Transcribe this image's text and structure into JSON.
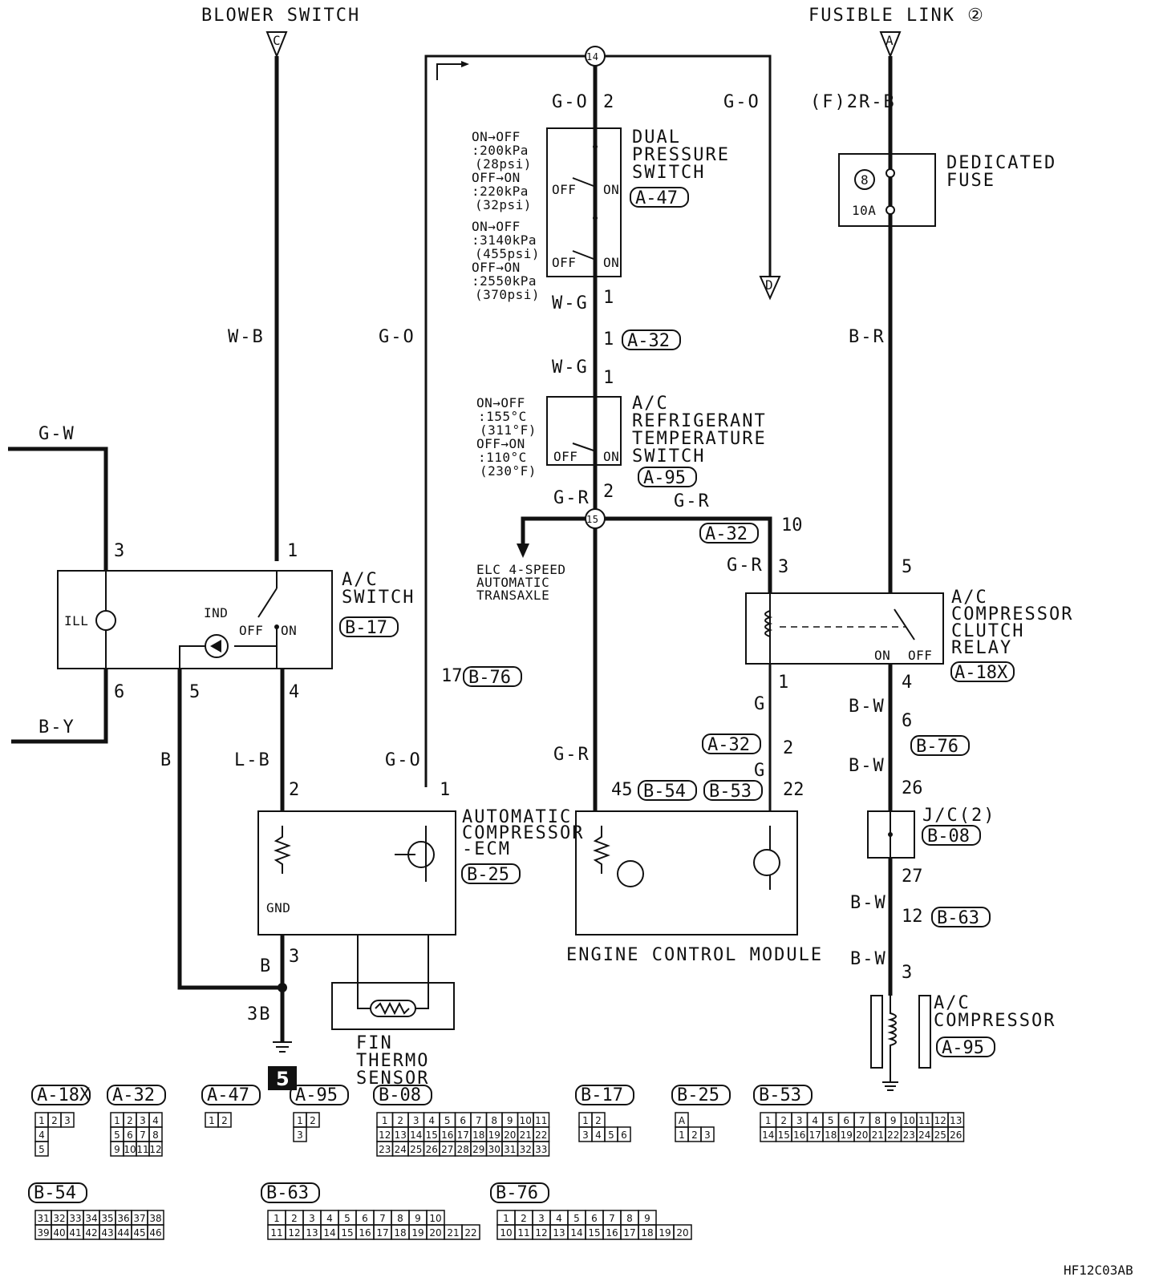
{
  "terminals": {
    "blower_switch": {
      "label": "BLOWER SWITCH",
      "letter": "C"
    },
    "fusible_link": {
      "label": "FUSIBLE LINK ②",
      "letter": "A"
    },
    "to_d": {
      "letter": "D"
    }
  },
  "wires": {
    "wb": "W-B",
    "go_left": "G-O",
    "go_top_left": "G-O",
    "go_top_right": "G-O",
    "f2rb": "(F)2R-B",
    "br": "B-R",
    "gw": "G-W",
    "by": "B-Y",
    "wg1": "W-G",
    "wg2": "W-G",
    "gr1": "G-R",
    "gr2": "G-R",
    "gr3": "G-R",
    "gr_down": "G-R",
    "g1": "G",
    "g2": "G",
    "lb": "L-B",
    "b1": "B",
    "b2": "B",
    "go_ecm": "G-O",
    "bw1": "B-W",
    "bw2": "B-W",
    "bw3": "B-W",
    "bw4": "B-W",
    "ground": "3B"
  },
  "junctions": {
    "j14": "14",
    "j15": "15"
  },
  "components": {
    "dual_pressure_switch": {
      "name": [
        "DUAL",
        "PRESSURE",
        "SWITCH"
      ],
      "connector": "A-47",
      "specs": [
        "ON→OFF",
        ":200kPa",
        "(28psi)",
        "OFF→ON",
        ":220kPa",
        "(32psi)",
        "ON→OFF",
        ":3140kPa",
        "(455psi)",
        "OFF→ON",
        ":2550kPa",
        "(370psi)"
      ],
      "states": {
        "off": "OFF",
        "on": "ON"
      }
    },
    "refrigerant_temp_switch": {
      "name": [
        "A/C",
        "REFRIGERANT",
        "TEMPERATURE",
        "SWITCH"
      ],
      "connector": "A-95",
      "specs": [
        "ON→OFF",
        ":155°C",
        "(311°F)",
        "OFF→ON",
        ":110°C",
        "(230°F)"
      ],
      "states": {
        "off": "OFF",
        "on": "ON"
      }
    },
    "dedicated_fuse": {
      "name": [
        "DEDICATED",
        "FUSE"
      ],
      "number": "8",
      "rating": "10A"
    },
    "ac_switch": {
      "name": [
        "A/C",
        "SWITCH"
      ],
      "connector": "B-17",
      "ill": "ILL",
      "ind": "IND",
      "off": "OFF",
      "on": "ON"
    },
    "elc": {
      "name": [
        "ELC 4-SPEED",
        "AUTOMATIC",
        "TRANSAXLE"
      ]
    },
    "clutch_relay": {
      "name": [
        "A/C",
        "COMPRESSOR",
        "CLUTCH",
        "RELAY"
      ],
      "connector": "A-18X",
      "on": "ON",
      "off": "OFF"
    },
    "compressor_ecm": {
      "name": [
        "AUTOMATIC",
        "COMPRESSOR",
        "-ECM"
      ],
      "connector": "B-25",
      "gnd": "GND"
    },
    "ecm": {
      "name": "ENGINE CONTROL MODULE"
    },
    "jc": {
      "name": "J/C(2)",
      "connector": "B-08"
    },
    "fin_thermo": {
      "name": [
        "FIN",
        "THERMO",
        "SENSOR"
      ]
    },
    "compressor": {
      "name": [
        "A/C",
        "COMPRESSOR"
      ],
      "connector": "A-95"
    }
  },
  "pins": {
    "dps_top": "2",
    "dps_bot": "1",
    "a32_1": "1",
    "rts_top": "1",
    "rts_bot": "2",
    "a32_10": "10",
    "relay_3": "3",
    "relay_1": "1",
    "a32_2": "2",
    "relay_5": "5",
    "relay_4": "4",
    "b76_6": "6",
    "jc_26": "26",
    "jc_27": "27",
    "b63_12": "12",
    "comp_3": "3",
    "sw_3": "3",
    "sw_1": "1",
    "sw_6": "6",
    "sw_5": "5",
    "sw_4": "4",
    "b76_17": "17",
    "ecm_2": "2",
    "ecm_1": "1",
    "ecm_3": "3",
    "e45": "45",
    "e22": "22"
  },
  "inline_tags": {
    "a32_a": "A-32",
    "a32_b": "A-32",
    "a32_c": "A-32",
    "b76_a": "B-76",
    "b76_b": "B-76",
    "b54": "B-54",
    "b53": "B-53",
    "b63": "B-63"
  },
  "ground_section": "5",
  "connectors": [
    {
      "id": "A-18X",
      "rows": [
        [
          "1",
          "2",
          "3"
        ],
        [
          "4"
        ],
        [
          "5"
        ]
      ]
    },
    {
      "id": "A-32",
      "rows": [
        [
          "1",
          "2",
          "3",
          "4"
        ],
        [
          "5",
          "6",
          "7",
          "8"
        ],
        [
          "9",
          "10",
          "11",
          "12"
        ]
      ]
    },
    {
      "id": "A-47",
      "rows": [
        [
          "1",
          "2"
        ]
      ]
    },
    {
      "id": "A-95",
      "rows": [
        [
          "1",
          "2"
        ],
        [
          "3"
        ]
      ]
    },
    {
      "id": "B-08",
      "rows": [
        [
          "1",
          "2",
          "3",
          "4",
          "5",
          "6",
          "7",
          "8",
          "9",
          "10",
          "11"
        ],
        [
          "12",
          "13",
          "14",
          "15",
          "16",
          "17",
          "18",
          "19",
          "20",
          "21",
          "22"
        ],
        [
          "23",
          "24",
          "25",
          "26",
          "27",
          "28",
          "29",
          "30",
          "31",
          "32",
          "33"
        ]
      ]
    },
    {
      "id": "B-17",
      "rows": [
        [
          "1",
          "2"
        ],
        [
          "3",
          "4",
          "5",
          "6"
        ]
      ]
    },
    {
      "id": "B-25",
      "rows": [
        [
          "A"
        ],
        [
          "1",
          "2",
          "3"
        ]
      ]
    },
    {
      "id": "B-53",
      "rows": [
        [
          "1",
          "2",
          "3",
          "4",
          "5",
          "6",
          "7",
          "8",
          "9",
          "10",
          "11",
          "12",
          "13"
        ],
        [
          "14",
          "15",
          "16",
          "17",
          "18",
          "19",
          "20",
          "21",
          "22",
          "23",
          "24",
          "25",
          "26"
        ]
      ]
    },
    {
      "id": "B-54",
      "rows": [
        [
          "31",
          "32",
          "33",
          "34",
          "35",
          "36",
          "37",
          "38"
        ],
        [
          "39",
          "40",
          "41",
          "42",
          "43",
          "44",
          "45",
          "46"
        ]
      ]
    },
    {
      "id": "B-63",
      "rows": [
        [
          "1",
          "2",
          "3",
          "4",
          "5",
          "6",
          "7",
          "8",
          "9",
          "10"
        ],
        [
          "11",
          "12",
          "13",
          "14",
          "15",
          "16",
          "17",
          "18",
          "19",
          "20",
          "21",
          "22"
        ]
      ]
    },
    {
      "id": "B-76",
      "rows": [
        [
          "1",
          "2",
          "3",
          "4",
          "5",
          "6",
          "7",
          "8",
          "9"
        ],
        [
          "10",
          "11",
          "12",
          "13",
          "14",
          "15",
          "16",
          "17",
          "18",
          "19",
          "20"
        ]
      ]
    }
  ],
  "figure_code": "HF12C03AB"
}
